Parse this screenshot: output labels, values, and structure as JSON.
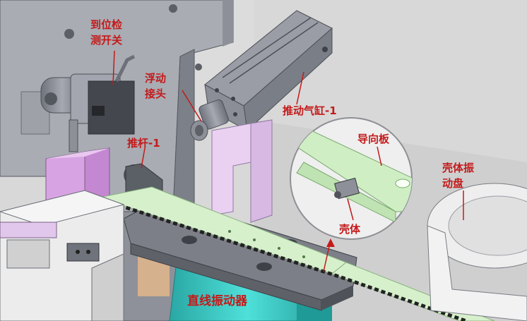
{
  "labels": {
    "sensor_l1": "到位检",
    "sensor_l2": "测开关",
    "float_l1": "浮动",
    "float_l2": "接头",
    "cylinder": "推动气缸-1",
    "guide": "导向板",
    "pushrod": "推杆-1",
    "bowl_l1": "壳体振",
    "bowl_l2": "动盘",
    "shell": "壳体",
    "vibrator": "直线振动器"
  },
  "colors": {
    "label": "#c41a1a",
    "steel": "#8a8d96",
    "pink": "#e7c9ef",
    "violet": "#d58de0",
    "teal": "#2ec9c4",
    "guide_green": "#cfeec4",
    "background": "#d9d9d9"
  }
}
